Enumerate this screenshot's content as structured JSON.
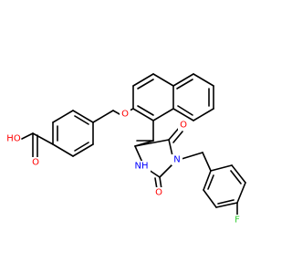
{
  "colors": {
    "bond": "#000000",
    "oxygen": "#ff0000",
    "nitrogen": "#0000ff",
    "fluorine": "#33cc33",
    "carbon": "#000000",
    "background": "#ffffff"
  },
  "atoms": [
    {
      "id": "O1",
      "label": "O",
      "element": "oxygen"
    },
    {
      "id": "O2",
      "label": "O",
      "element": "oxygen"
    },
    {
      "id": "O3",
      "label": "O",
      "element": "oxygen"
    },
    {
      "id": "O4",
      "label": "O",
      "element": "oxygen"
    },
    {
      "id": "O5",
      "label": "O",
      "element": "oxygen"
    },
    {
      "id": "N1",
      "label": "N",
      "element": "nitrogen"
    },
    {
      "id": "N2",
      "label": "N",
      "element": "nitrogen"
    },
    {
      "id": "F1",
      "label": "F",
      "element": "fluorine"
    }
  ],
  "labels": {
    "hydroxyl": "HO",
    "carbonyl_o": "O",
    "ether_o": "O",
    "ring_o_top": "O",
    "ring_o_bottom": "O",
    "nh": "NH",
    "n": "N",
    "f": "F"
  }
}
